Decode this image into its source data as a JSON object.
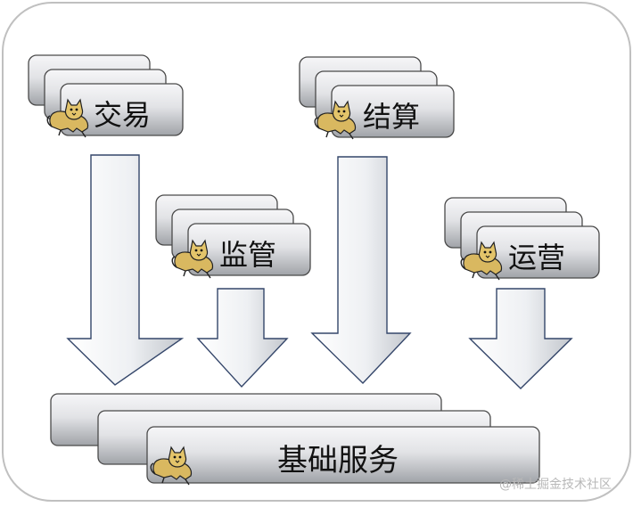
{
  "diagram": {
    "services": [
      {
        "id": "trade",
        "label": "交易"
      },
      {
        "id": "monitor",
        "label": "监管"
      },
      {
        "id": "settle",
        "label": "结算"
      },
      {
        "id": "ops",
        "label": "运营"
      }
    ],
    "base": {
      "label": "基础服务"
    },
    "icon": "tomcat-cat-icon",
    "colors": {
      "box_border": "#4a4a4a",
      "box_fill_light": "#f4f4f6",
      "box_fill_dark": "#a6a8ad",
      "arrow_fill_light": "#ffffff",
      "arrow_fill_dark": "#c8cbd0",
      "arrow_stroke": "#3a4a6b",
      "frame_stroke": "#bfbfbf"
    }
  },
  "watermark": "@稀土掘金技术社区"
}
